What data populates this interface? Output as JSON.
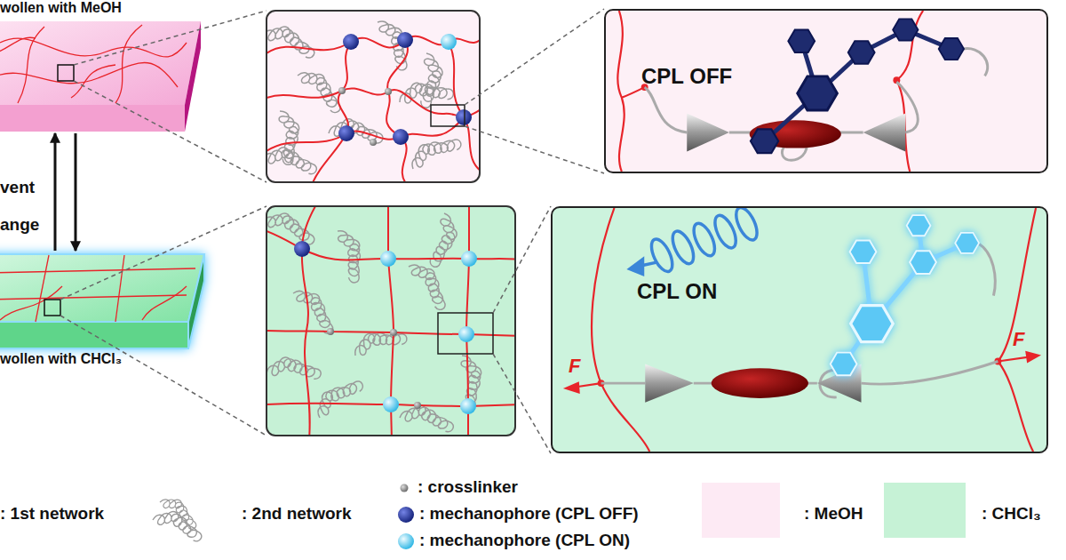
{
  "diagram": {
    "nodes": [
      {
        "text": [
          "wollen with MeOH"
        ]
      },
      {
        "text": [
          "wollen with CHCl₃"
        ]
      },
      {
        "text": [
          "CPL OFF"
        ]
      },
      {
        "text": [
          "CPL ON"
        ]
      }
    ],
    "edges": [
      {
        "from": 1,
        "to": 0,
        "arrow": "to"
      },
      {
        "from": 0,
        "to": 1,
        "arrow": "to"
      }
    ],
    "labels": [
      "vent ange",
      "F",
      "F"
    ],
    "legend": [
      {
        "text": ": 1st network"
      },
      {
        "text": ": 2nd network"
      },
      {
        "text": ": crosslinker"
      },
      {
        "text": ": mechanophore (CPL OFF)"
      },
      {
        "text": ": mechanophore (CPL ON)"
      },
      {
        "text": ": MeOH",
        "color": "#fdeaf4"
      },
      {
        "text": ": CHCl₃",
        "color": "#c6f2d6"
      }
    ]
  }
}
